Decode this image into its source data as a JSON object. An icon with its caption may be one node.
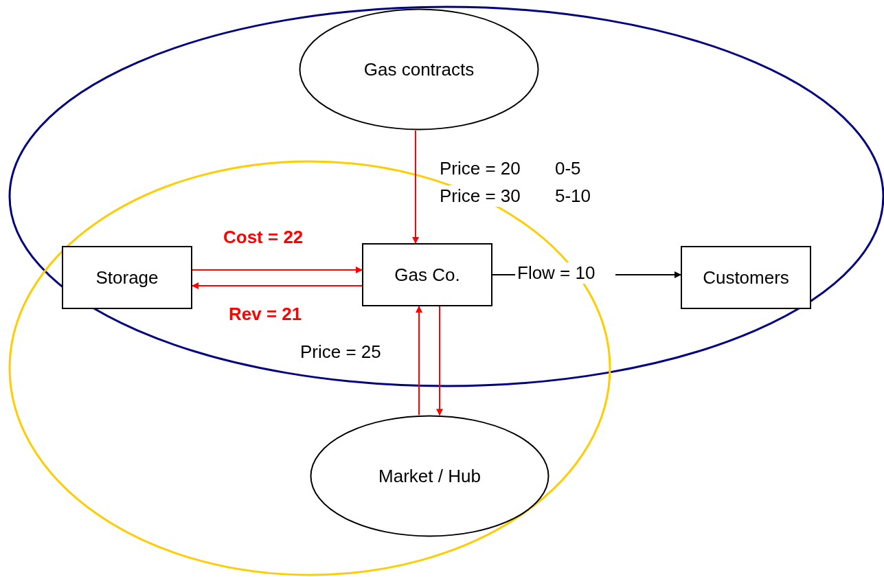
{
  "diagram": {
    "nodes": [
      {
        "text": [
          "Gas contracts"
        ]
      },
      {
        "text": [
          "Storage"
        ]
      },
      {
        "text": [
          "Gas Co."
        ]
      },
      {
        "text": [
          "Customers"
        ]
      },
      {
        "text": [
          "Market / Hub"
        ]
      }
    ],
    "edges": [
      {
        "from": 0,
        "to": 2,
        "arrow": "to",
        "color": "#ff0000"
      },
      {
        "from": 1,
        "to": 2,
        "arrow": "to",
        "label": "Cost = 22",
        "color": "#ff0000"
      },
      {
        "from": 2,
        "to": 1,
        "arrow": "to",
        "label": "Rev = 21",
        "color": "#ff0000"
      },
      {
        "from": 2,
        "to": 3,
        "arrow": "to",
        "label": "Flow = 10",
        "color": "#000000"
      },
      {
        "from": 4,
        "to": 2,
        "arrow": "to",
        "color": "#ff0000"
      },
      {
        "from": 2,
        "to": 4,
        "arrow": "to",
        "color": "#ff0000"
      }
    ],
    "labels": [
      "Price = 20",
      "0-5",
      "Price = 30",
      "5-10",
      "Price = 25"
    ]
  }
}
